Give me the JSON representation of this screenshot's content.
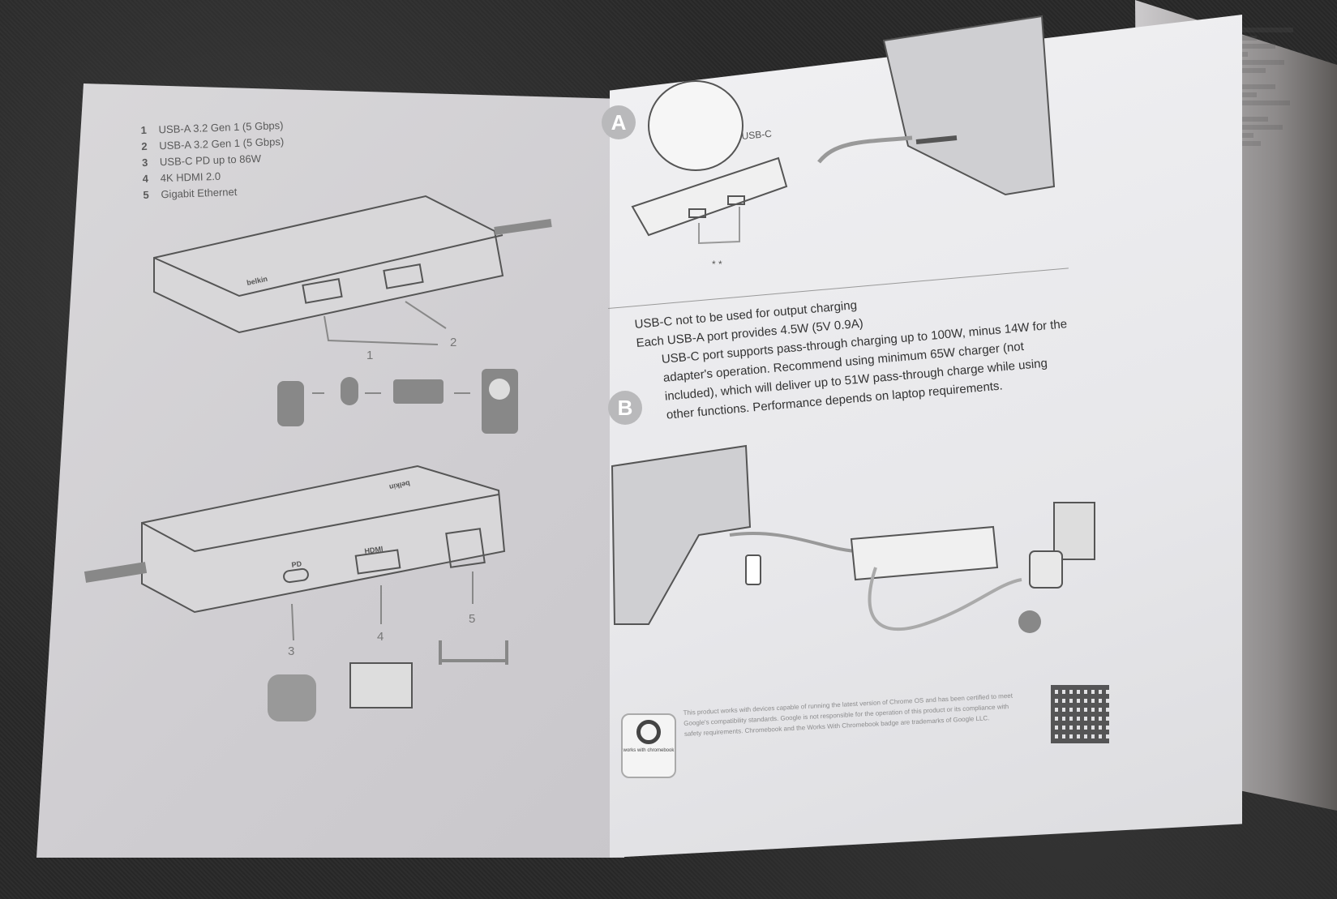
{
  "spec_list": [
    {
      "num": "1",
      "text": "USB-A 3.2 Gen 1 (5 Gbps)"
    },
    {
      "num": "2",
      "text": "USB-A 3.2 Gen 1 (5 Gbps)"
    },
    {
      "num": "3",
      "text": "USB-C PD up to 86W"
    },
    {
      "num": "4",
      "text": "4K HDMI 2.0"
    },
    {
      "num": "5",
      "text": "Gigabit Ethernet"
    }
  ],
  "hub": {
    "brand": "belkin",
    "hdmi_label": "HDMI",
    "pd_label": "PD"
  },
  "port_numbers": [
    "1",
    "2",
    "3",
    "4",
    "5"
  ],
  "section_a": {
    "badge": "A",
    "usbc_label": "USB-C",
    "note1": "USB-C not to be used for output charging",
    "note2": "Each USB-A port provides 4.5W (5V 0.9A)",
    "note2_marker": "* *"
  },
  "section_b": {
    "badge": "B",
    "text": "USB-C port supports pass-through charging up to 100W, minus 14W for the adapter's operation. Recommend using minimum 65W charger (not included), which will deliver up to 51W pass-through charge while using other functions. Performance depends on laptop requirements."
  },
  "chromebook": {
    "badge_text": "works with chromebook",
    "fine_print": "This product works with devices capable of running the latest version of Chrome OS and has been certified to meet Google's compatibility standards. Google is not responsible for the operation of this product or its compliance with safety requirements. Chromebook and the Works With Chromebook badge are trademarks of Google LLC."
  },
  "colors": {
    "paper_left": "#d4d3d5",
    "paper_right": "#ededef",
    "ink": "#3a3a3a",
    "badge": "#b9b9bb"
  }
}
